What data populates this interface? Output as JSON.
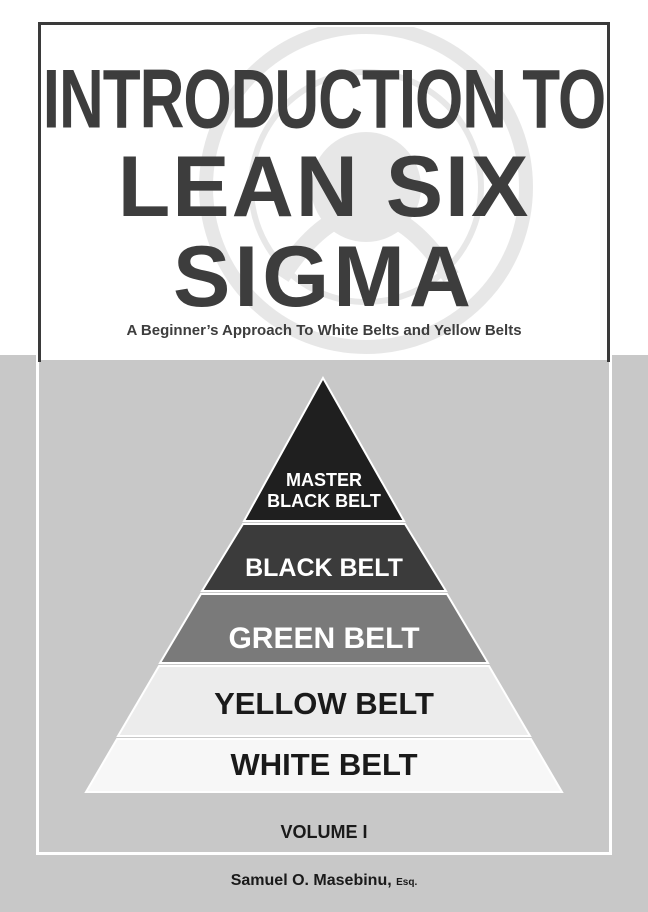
{
  "cover": {
    "title_line1": "INTRODUCTION TO",
    "title_line2": "LEAN SIX",
    "title_line3": "SIGMA",
    "subtitle": "A Beginner’s Approach To White Belts and Yellow Belts"
  },
  "pyramid": {
    "levels": [
      {
        "label_line1": "MASTER",
        "label_line2": "BLACK BELT",
        "fill": "#1f1f1f",
        "text_color": "#ffffff"
      },
      {
        "label": "BLACK BELT",
        "fill": "#3b3b3b",
        "text_color": "#ffffff"
      },
      {
        "label": "GREEN BELT",
        "fill": "#7a7a7a",
        "text_color": "#ffffff"
      },
      {
        "label": "YELLOW BELT",
        "fill": "#ececec",
        "text_color": "#1a1a1a"
      },
      {
        "label": "WHITE BELT",
        "fill": "#f7f7f7",
        "text_color": "#1a1a1a"
      }
    ]
  },
  "footer": {
    "volume": "VOLUME I",
    "author_name": "Samuel O. Masebinu,",
    "author_suffix": "Esq."
  },
  "colors": {
    "frame": "#3a3a3a",
    "panel_grey": "#c8c8c8",
    "title_text": "#3d3d3d"
  }
}
